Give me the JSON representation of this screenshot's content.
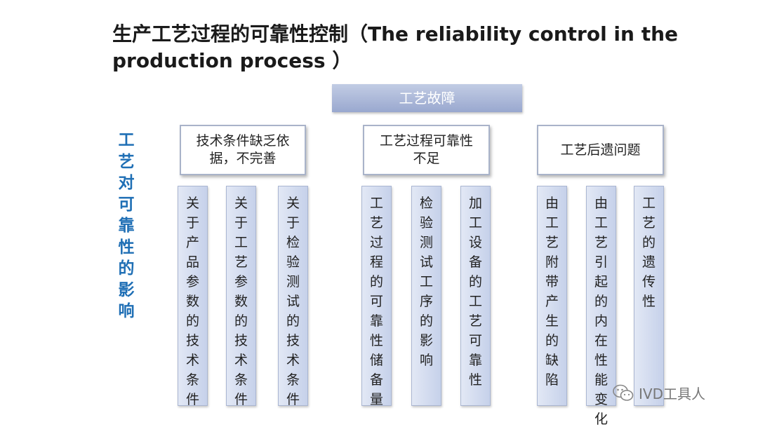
{
  "title": "生产工艺过程的可靠性控制（The reliability control in the production process ）",
  "root": "工艺故障",
  "side_label": "工艺对可靠性的影响",
  "categories": [
    {
      "label": "技术条件缺乏依据，不完善",
      "lines": [
        "技术条件缺乏依",
        "据，不完善"
      ]
    },
    {
      "label": "工艺过程可靠性不足",
      "lines": [
        "工艺过程可靠性",
        "不足"
      ]
    },
    {
      "label": "工艺后遗问题",
      "lines": [
        "工艺后遗问题"
      ]
    }
  ],
  "items": [
    "关于产品参数的技术条件",
    "关于工艺参数的技术条件",
    "关于检验测试的技术条件",
    "工艺过程的可靠性储备量",
    "检验测试工序的影响",
    "加工设备的工艺可靠性",
    "由工艺附带产生的缺陷",
    "由工艺引起的内在性能变化",
    "工艺的遗传性"
  ],
  "watermark": "IVD工具人",
  "colors": {
    "accent_blue": "#1f6fb5",
    "root_fill": "#99a8cf",
    "leaf_fill": "#c6d1ea"
  },
  "icons": {
    "watermark": "wechat-icon"
  }
}
